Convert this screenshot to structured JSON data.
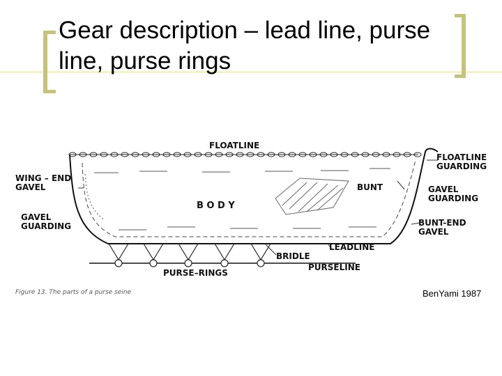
{
  "slide": {
    "title": "Gear description – lead line, purse line, purse rings"
  },
  "diagram": {
    "labels": {
      "floatline": "FLOATLINE",
      "floatline_guarding": "FLOATLINE\nGUARDING",
      "wing_end_gavel": "WING – END\nGAVEL",
      "gavel_guarding_left": "GAVEL\nGUARDING",
      "body": "B O D Y",
      "bunt": "BUNT",
      "gavel_guarding_right": "GAVEL\nGUARDING",
      "bunt_end_gavel": "BUNT-END\nGAVEL",
      "leadline": "LEADLINE",
      "bridle": "BRIDLE",
      "purseline": "PURSELINE",
      "purse_rings": "PURSE–RINGS"
    },
    "caption": "Figure 13. The parts of a purse seine",
    "credit": "BenYami 1987"
  },
  "colors": {
    "accent": "#c5c37d",
    "rule": "#f3f2c8",
    "ink": "#111111"
  }
}
